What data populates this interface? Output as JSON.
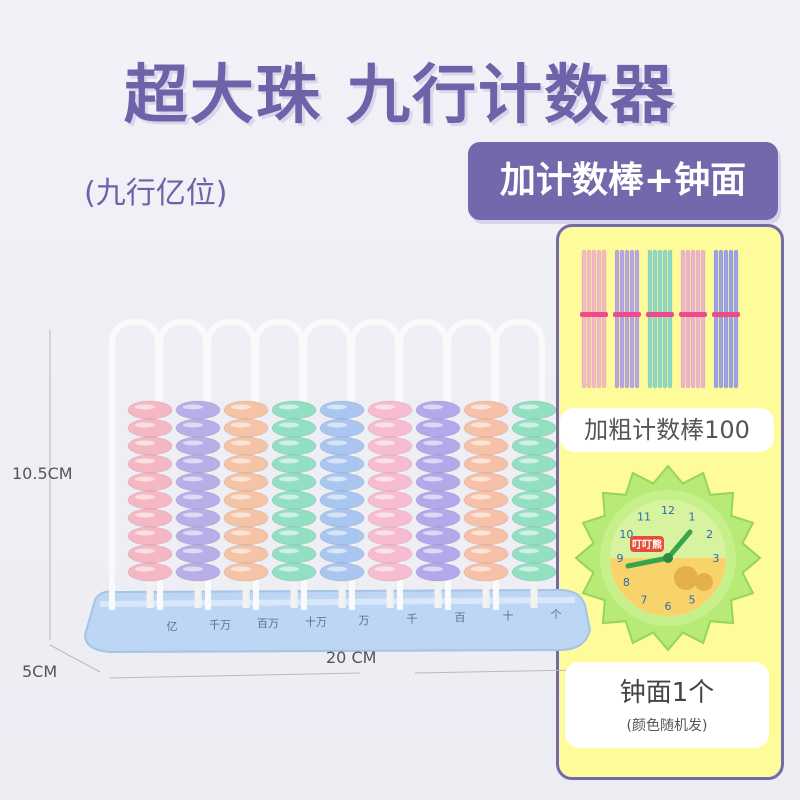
{
  "title": "超大珠 九行计数器",
  "subtitle": "(九行亿位)",
  "badge": "加计数棒+钟面",
  "sticks": {
    "label": "加粗计数棒100",
    "colors": [
      "#f4b9c4",
      "#b7a6e6",
      "#8fd9c6",
      "#f0b3cf",
      "#9aa3ea"
    ]
  },
  "clock": {
    "main": "钟面1个",
    "note": "(颜色随机发)",
    "brand": "叮叮熊"
  },
  "dimensions": {
    "height": "10.5CM",
    "width": "20 CM",
    "depth": "5CM"
  },
  "abacus": {
    "place_labels": [
      "亿",
      "千万",
      "百万",
      "十万",
      "万",
      "千",
      "百",
      "十",
      "个"
    ],
    "bead_colors": [
      "#f6b7c4",
      "#b9aee8",
      "#f5c3a6",
      "#92dfc4",
      "#a8c6f0",
      "#f7bcd0",
      "#b3a8ea",
      "#f7c0a8",
      "#93dfc2"
    ],
    "beads_per_rod": 10
  }
}
